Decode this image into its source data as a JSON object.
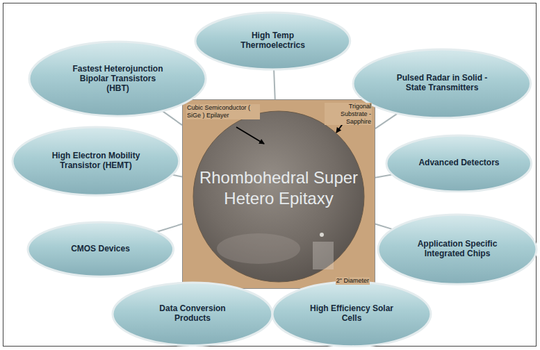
{
  "diagram": {
    "nodes": [
      {
        "text": [
          "Cubic Semiconductor ( SiGe ) Epilayer",
          "Trigonal Substrate - Sapphire",
          "Rhombohedral Super Hetero Epitaxy",
          "2\" Diameter"
        ]
      },
      {
        "text": [
          "High Temp Thermoelectrics"
        ]
      },
      {
        "text": [
          "Fastest Heterojunction Bipolar Transistors (HBT)"
        ]
      },
      {
        "text": [
          "Pulsed Radar in Solid -State Transmitters"
        ]
      },
      {
        "text": [
          "High Electron Mobility Transistor (HEMT)"
        ]
      },
      {
        "text": [
          "Advanced Detectors"
        ]
      },
      {
        "text": [
          "CMOS Devices"
        ]
      },
      {
        "text": [
          "Application Specific Integrated Chips"
        ]
      },
      {
        "text": [
          "Data Conversion Products"
        ]
      },
      {
        "text": [
          "High Efficiency Solar Cells"
        ]
      }
    ],
    "edges": [
      {
        "from": 1,
        "to": 0,
        "arrow": "none"
      },
      {
        "from": 2,
        "to": 0,
        "arrow": "none"
      },
      {
        "from": 3,
        "to": 0,
        "arrow": "none"
      },
      {
        "from": 4,
        "to": 0,
        "arrow": "none"
      },
      {
        "from": 5,
        "to": 0,
        "arrow": "none"
      },
      {
        "from": 6,
        "to": 0,
        "arrow": "none"
      },
      {
        "from": 7,
        "to": 0,
        "arrow": "none"
      },
      {
        "from": 8,
        "to": 0,
        "arrow": "none"
      },
      {
        "from": 9,
        "to": 0,
        "arrow": "none"
      }
    ]
  }
}
